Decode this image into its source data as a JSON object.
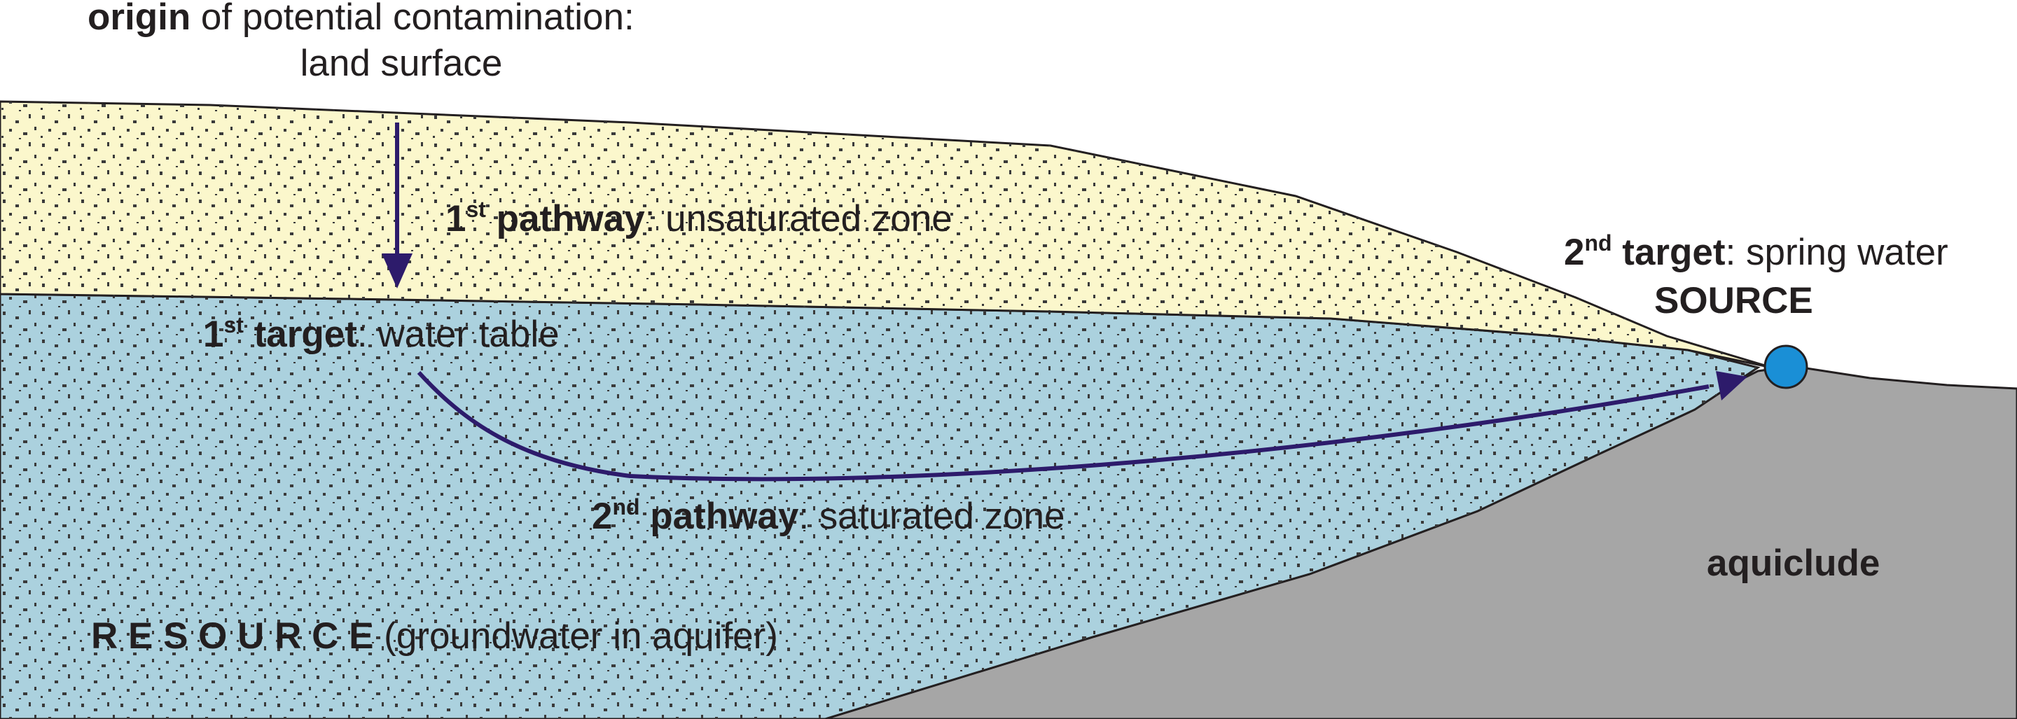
{
  "colors": {
    "unsaturated_zone": "#fbf7cc",
    "saturated_zone": "#abd1de",
    "aquiclude": "#a6a6a6",
    "flow_arrow": "#2d1b6b",
    "spring": "#1a8fd6",
    "outline": "#231f20"
  },
  "origin": {
    "bold": "origin",
    "rest": " of potential contamination:",
    "line2": "land surface"
  },
  "pathway1": {
    "num": "1",
    "sup": "st",
    "bold": " pathway",
    "rest": ": unsaturated zone"
  },
  "target1": {
    "num": "1",
    "sup": "st",
    "bold": " target",
    "rest": ": water table"
  },
  "pathway2": {
    "num": "2",
    "sup": "nd",
    "bold": " pathway",
    "rest": ": saturated zone"
  },
  "target2": {
    "num": "2",
    "sup": "nd",
    "bold": " target",
    "rest": ": spring water",
    "line2": "SOURCE"
  },
  "aquiclude": {
    "label": "aquiclude"
  },
  "resource": {
    "bold": "R E S O U R C E",
    "rest": " (groundwater in aquifer)"
  }
}
